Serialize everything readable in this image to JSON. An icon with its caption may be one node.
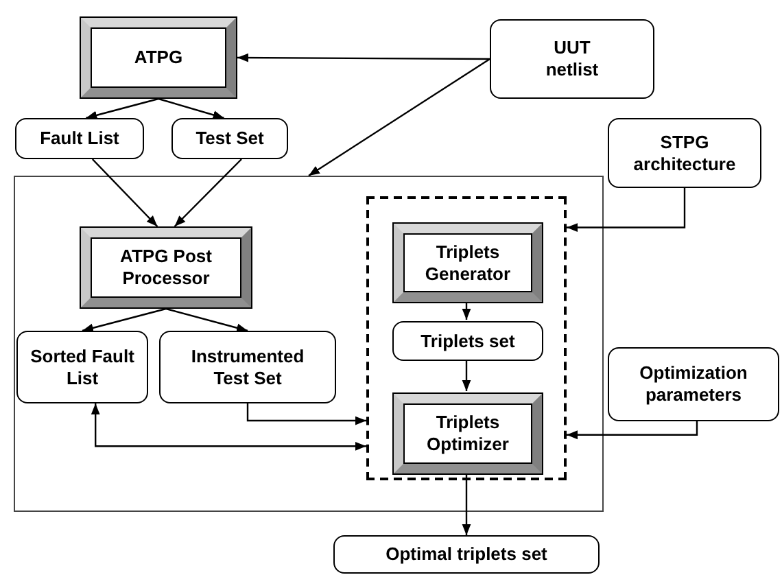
{
  "diagram": {
    "nodes": [
      {
        "text": [],
        "shape": "box"
      },
      {
        "text": [
          "ATPG"
        ]
      },
      {
        "text": [
          "UUT netlist"
        ]
      },
      {
        "text": [
          "Fault List"
        ]
      },
      {
        "text": [
          "Test Set"
        ]
      },
      {
        "text": [
          "STPG architecture"
        ]
      },
      {
        "text": [
          "ATPG Post Processor"
        ],
        "in": 0
      },
      {
        "text": [],
        "shape": "box",
        "in": 0
      },
      {
        "text": [
          "Triplets Generator"
        ],
        "in": 7
      },
      {
        "text": [
          "Triplets set"
        ],
        "in": 7
      },
      {
        "text": [
          "Triplets Optimizer"
        ],
        "in": 7
      },
      {
        "text": [
          "Sorted Fault List"
        ],
        "in": 0
      },
      {
        "text": [
          "Instrumented Test Set"
        ],
        "in": 0
      },
      {
        "text": [
          "Optimization parameters"
        ]
      },
      {
        "text": [
          "Optimal triplets set"
        ]
      }
    ],
    "edges": [
      {
        "from": 2,
        "to": 1,
        "arrow": "to"
      },
      {
        "from": 2,
        "to": 0,
        "arrow": "to"
      },
      {
        "from": 1,
        "to": 3,
        "arrow": "to"
      },
      {
        "from": 1,
        "to": 4,
        "arrow": "to"
      },
      {
        "from": 3,
        "to": 6,
        "arrow": "to"
      },
      {
        "from": 4,
        "to": 6,
        "arrow": "to"
      },
      {
        "from": 6,
        "to": 11,
        "arrow": "to"
      },
      {
        "from": 6,
        "to": 12,
        "arrow": "to"
      },
      {
        "from": 5,
        "to": 7,
        "arrow": "to"
      },
      {
        "from": 8,
        "to": 9,
        "arrow": "to"
      },
      {
        "from": 9,
        "to": 10,
        "arrow": "to"
      },
      {
        "from": 12,
        "to": 7,
        "arrow": "to"
      },
      {
        "from": 11,
        "to": 7,
        "arrow": "both"
      },
      {
        "from": 13,
        "to": 7,
        "arrow": "to"
      },
      {
        "from": 10,
        "to": 14,
        "arrow": "to"
      }
    ]
  }
}
